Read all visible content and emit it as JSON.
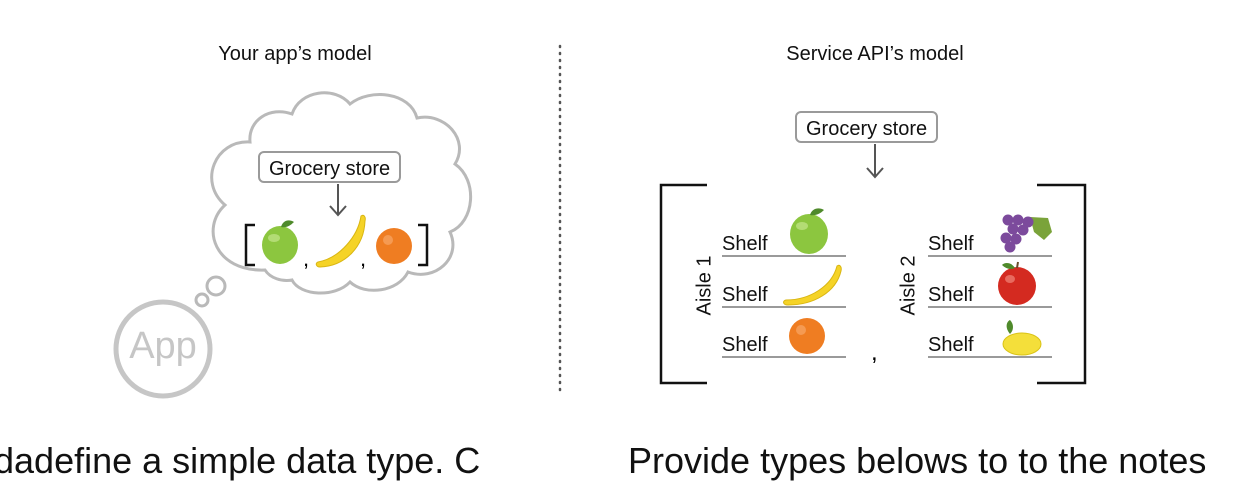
{
  "left_panel": {
    "title": "Your app’s model",
    "store_label": "Grocery store",
    "app_label": "App"
  },
  "right_panel": {
    "title": "Service API’s model",
    "store_label": "Grocery store",
    "aisles": [
      {
        "label": "Aisle 1",
        "shelves": [
          "Shelf",
          "Shelf",
          "Shelf"
        ]
      },
      {
        "label": "Aisle 2",
        "shelves": [
          "Shelf",
          "Shelf",
          "Shelf"
        ]
      }
    ]
  },
  "bottom_text": {
    "left": "dadefine a simple data type. C",
    "right": "Provide types belows to to the notes"
  },
  "colors": {
    "cloud_stroke": "#b9b9b9",
    "apple_green": "#8cc63f",
    "banana_yellow": "#f5d327",
    "orange": "#ef7d22",
    "apple_red": "#d42a20",
    "grape_purple": "#7c4a9c",
    "lemon_yellow": "#f4df3a"
  },
  "icons": [
    "green-apple-icon",
    "banana-icon",
    "orange-icon",
    "grapes-icon",
    "red-apple-icon",
    "lemon-icon"
  ]
}
